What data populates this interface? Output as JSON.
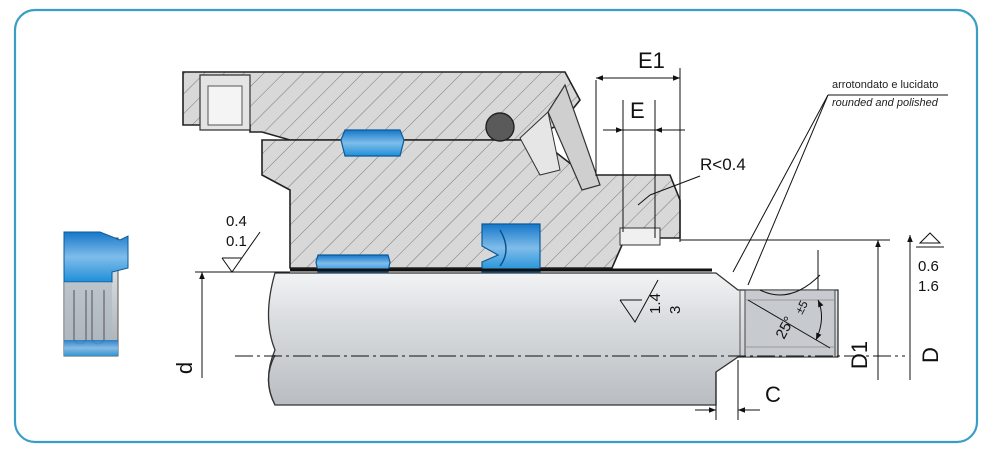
{
  "dimensions": {
    "E1": "E1",
    "E": "E",
    "R": "R<0.4",
    "C": "C",
    "d": "d",
    "D1": "D1",
    "D": "D",
    "angle": "25°",
    "angle_tol": "±5"
  },
  "roughness": {
    "left_top": "0.4",
    "left_bottom": "0.1",
    "right_top": "0.6",
    "right_bottom": "1.6",
    "rod_top": "1.4",
    "rod_bottom": "3"
  },
  "notes": {
    "italian": "arrotondato e lucidato",
    "english": "rounded and polished"
  },
  "colors": {
    "frame": "#3a9ec4",
    "seal_blue": "#1f8fd8",
    "seal_light": "#cfe6f7",
    "rod": "#d9dcdf",
    "housing": "#d6d6d6",
    "hatch": "#7a7a7a"
  }
}
